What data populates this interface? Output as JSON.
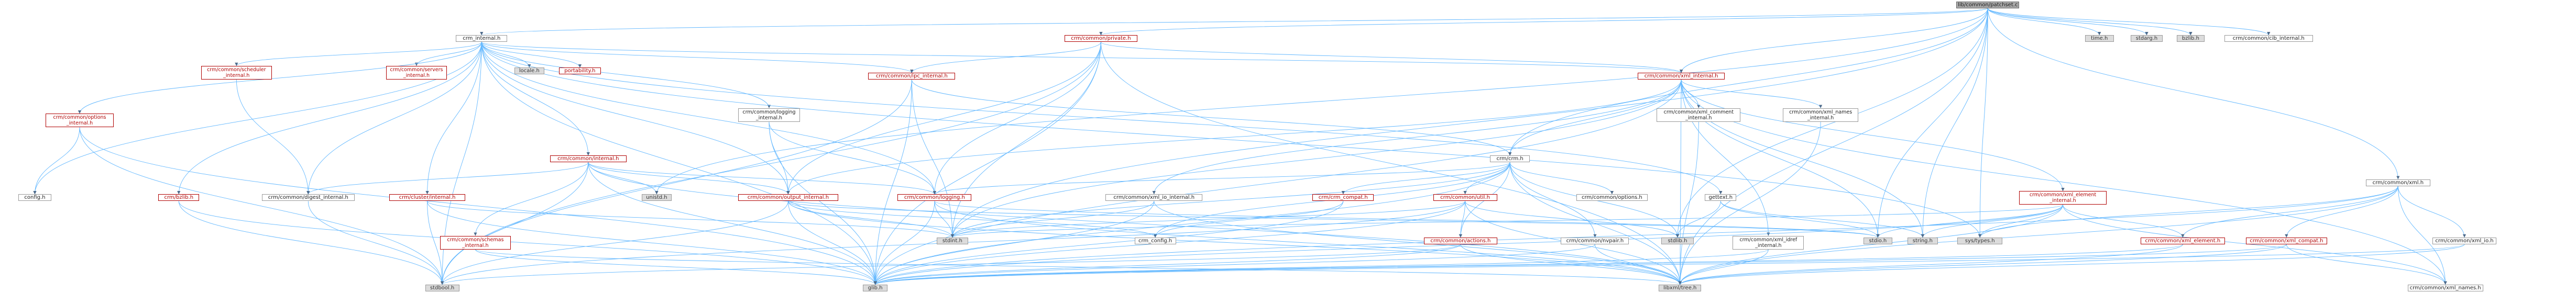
{
  "root": {
    "id": "root",
    "label": "lib/common/patchset.c"
  },
  "nodes": [
    {
      "id": "crm_internal",
      "label": "crm_internal.h",
      "style": "plain"
    },
    {
      "id": "time",
      "label": "time.h",
      "style": "gray"
    },
    {
      "id": "stdarg",
      "label": "stdarg.h",
      "style": "gray"
    },
    {
      "id": "bzlib",
      "label": "bzlib.h",
      "style": "gray"
    },
    {
      "id": "xml_internal_cib",
      "label": "crm/common/cib_internal.h",
      "style": "plain"
    },
    {
      "id": "private",
      "label": "crm/common/private.h",
      "style": "red"
    },
    {
      "id": "xml_internal",
      "label": "crm/common/xml_internal.h",
      "style": "red"
    },
    {
      "id": "xml",
      "label": "crm/common/xml.h",
      "style": "plain"
    },
    {
      "id": "scheduler_internal",
      "label": "crm/common/scheduler\n_internal.h",
      "style": "red"
    },
    {
      "id": "servers_internal",
      "label": "crm/common/servers\n_internal.h",
      "style": "red"
    },
    {
      "id": "locale",
      "label": "locale.h",
      "style": "gray"
    },
    {
      "id": "portability",
      "label": "portability.h",
      "style": "red"
    },
    {
      "id": "ipc_internal",
      "label": "crm/common/ipc_internal.h",
      "style": "red"
    },
    {
      "id": "options_internal",
      "label": "crm/common/options\n_internal.h",
      "style": "red"
    },
    {
      "id": "logging_internal",
      "label": "crm/common/logging\n_internal.h",
      "style": "plain"
    },
    {
      "id": "xml_comment_internal",
      "label": "crm/common/xml_comment\n_internal.h",
      "style": "plain"
    },
    {
      "id": "xml_names_internal",
      "label": "crm/common/xml_names\n_internal.h",
      "style": "plain"
    },
    {
      "id": "crm",
      "label": "crm/crm.h",
      "style": "plain"
    },
    {
      "id": "internal",
      "label": "crm/common/internal.h",
      "style": "red"
    },
    {
      "id": "config",
      "label": "config.h",
      "style": "plain"
    },
    {
      "id": "bzlib2",
      "label": "crm/bzlib.h",
      "style": "red"
    },
    {
      "id": "cluster_internal",
      "label": "crm/cluster/internal.h",
      "style": "red"
    },
    {
      "id": "unistd",
      "label": "unistd.h",
      "style": "gray"
    },
    {
      "id": "digest_internal",
      "label": "crm/common/digest_internal.h",
      "style": "plain"
    },
    {
      "id": "output_internal",
      "label": "crm/common/output_internal.h",
      "style": "red"
    },
    {
      "id": "logging",
      "label": "crm/common/logging.h",
      "style": "red"
    },
    {
      "id": "xml_io_internal",
      "label": "crm/common/xml_io_internal.h",
      "style": "plain"
    },
    {
      "id": "crm_compat",
      "label": "crm/crm_compat.h",
      "style": "red"
    },
    {
      "id": "util",
      "label": "crm/common/util.h",
      "style": "red"
    },
    {
      "id": "options",
      "label": "crm/common/options.h",
      "style": "plain"
    },
    {
      "id": "gettext",
      "label": "gettext.h",
      "style": "plain"
    },
    {
      "id": "xml_element_internal",
      "label": "crm/common/xml_element\n_internal.h",
      "style": "red"
    },
    {
      "id": "schemas_internal",
      "label": "crm/common/schemas\n_internal.h",
      "style": "red"
    },
    {
      "id": "stdint",
      "label": "stdint.h",
      "style": "gray"
    },
    {
      "id": "crm_config",
      "label": "crm_config.h",
      "style": "plain"
    },
    {
      "id": "actions",
      "label": "crm/common/actions.h",
      "style": "red"
    },
    {
      "id": "nvpair",
      "label": "crm/common/nvpair.h",
      "style": "plain"
    },
    {
      "id": "stdlib",
      "label": "stdlib.h",
      "style": "gray"
    },
    {
      "id": "xml_idref_internal",
      "label": "crm/common/xml_idref\n_internal.h",
      "style": "plain"
    },
    {
      "id": "stdio",
      "label": "stdio.h",
      "style": "gray"
    },
    {
      "id": "string",
      "label": "string.h",
      "style": "gray"
    },
    {
      "id": "systypes",
      "label": "sys/types.h",
      "style": "gray"
    },
    {
      "id": "xml_element",
      "label": "crm/common/xml_element.h",
      "style": "red"
    },
    {
      "id": "xml_compat",
      "label": "crm/common/xml_compat.h",
      "style": "red"
    },
    {
      "id": "xml_io",
      "label": "crm/common/xml_io.h",
      "style": "plain"
    },
    {
      "id": "stdbool",
      "label": "stdbool.h",
      "style": "gray"
    },
    {
      "id": "glib",
      "label": "glib.h",
      "style": "gray"
    },
    {
      "id": "libxml_tree",
      "label": "libxml/tree.h",
      "style": "gray"
    },
    {
      "id": "xml_names",
      "label": "crm/common/xml_names.h",
      "style": "plain"
    }
  ],
  "edges": [
    [
      "root",
      "crm_internal"
    ],
    [
      "root",
      "time"
    ],
    [
      "root",
      "stdarg"
    ],
    [
      "root",
      "bzlib"
    ],
    [
      "root",
      "xml_internal_cib"
    ],
    [
      "root",
      "private"
    ],
    [
      "root",
      "xml_internal"
    ],
    [
      "root",
      "xml"
    ],
    [
      "root",
      "crm"
    ],
    [
      "root",
      "unistd"
    ],
    [
      "root",
      "stdint"
    ],
    [
      "root",
      "stdlib"
    ],
    [
      "root",
      "stdio"
    ],
    [
      "root",
      "string"
    ],
    [
      "root",
      "systypes"
    ],
    [
      "root",
      "libxml_tree"
    ],
    [
      "crm_internal",
      "scheduler_internal"
    ],
    [
      "crm_internal",
      "servers_internal"
    ],
    [
      "crm_internal",
      "locale"
    ],
    [
      "crm_internal",
      "portability"
    ],
    [
      "crm_internal",
      "options_internal"
    ],
    [
      "crm_internal",
      "logging_internal"
    ],
    [
      "crm_internal",
      "internal"
    ],
    [
      "crm_internal",
      "config"
    ],
    [
      "crm_internal",
      "bzlib2"
    ],
    [
      "crm_internal",
      "cluster_internal"
    ],
    [
      "crm_internal",
      "digest_internal"
    ],
    [
      "crm_internal",
      "output_internal"
    ],
    [
      "crm_internal",
      "logging"
    ],
    [
      "crm_internal",
      "xml_internal"
    ],
    [
      "crm_internal",
      "ipc_internal"
    ],
    [
      "crm_internal",
      "gettext"
    ],
    [
      "crm_internal",
      "stdbool"
    ],
    [
      "crm_internal",
      "glib"
    ],
    [
      "crm_internal",
      "systypes"
    ],
    [
      "scheduler_internal",
      "digest_internal"
    ],
    [
      "options_internal",
      "config"
    ],
    [
      "options_internal",
      "stdbool"
    ],
    [
      "options_internal",
      "glib"
    ],
    [
      "bzlib2",
      "stdbool"
    ],
    [
      "bzlib2",
      "glib"
    ],
    [
      "cluster_internal",
      "stdbool"
    ],
    [
      "cluster_internal",
      "glib"
    ],
    [
      "cluster_internal",
      "stdint"
    ],
    [
      "internal",
      "unistd"
    ],
    [
      "internal",
      "glib"
    ],
    [
      "internal",
      "stdbool"
    ],
    [
      "internal",
      "output_internal"
    ],
    [
      "internal",
      "logging"
    ],
    [
      "internal",
      "libxml_tree"
    ],
    [
      "internal",
      "schemas_internal"
    ],
    [
      "internal",
      "digest_internal"
    ],
    [
      "logging_internal",
      "glib"
    ],
    [
      "logging_internal",
      "logging"
    ],
    [
      "logging_internal",
      "output_internal"
    ],
    [
      "private",
      "stdint"
    ],
    [
      "private",
      "glib"
    ],
    [
      "private",
      "libxml_tree"
    ],
    [
      "private",
      "ipc_internal"
    ],
    [
      "private",
      "output_internal"
    ],
    [
      "private",
      "logging"
    ],
    [
      "private",
      "xml_internal"
    ],
    [
      "private",
      "stdbool"
    ],
    [
      "ipc_internal",
      "stdbool"
    ],
    [
      "ipc_internal",
      "stdint"
    ],
    [
      "ipc_internal",
      "glib"
    ],
    [
      "ipc_internal",
      "crm"
    ],
    [
      "ipc_internal",
      "sys/types"
    ],
    [
      "xml_internal",
      "stdio"
    ],
    [
      "xml_internal",
      "string"
    ],
    [
      "xml_internal",
      "crm"
    ],
    [
      "xml_internal",
      "xml_comment_internal"
    ],
    [
      "xml_internal",
      "xml_names_internal"
    ],
    [
      "xml_internal",
      "xml_element_internal"
    ],
    [
      "xml_internal",
      "xml_io_internal"
    ],
    [
      "xml_internal",
      "xml_idref_internal"
    ],
    [
      "xml_internal",
      "libxml_tree"
    ],
    [
      "xml_internal",
      "glib"
    ],
    [
      "xml_internal",
      "output_internal"
    ],
    [
      "xml_internal",
      "stdint"
    ],
    [
      "xml_internal",
      "xml_names"
    ],
    [
      "crm",
      "stdint"
    ],
    [
      "crm",
      "stdlib"
    ],
    [
      "crm",
      "glib"
    ],
    [
      "crm",
      "libxml_tree"
    ],
    [
      "crm",
      "crm_compat"
    ],
    [
      "crm",
      "util"
    ],
    [
      "crm",
      "options"
    ],
    [
      "crm",
      "logging"
    ],
    [
      "crm",
      "nvpair"
    ],
    [
      "crm",
      "crm_config"
    ],
    [
      "crm",
      "actions"
    ],
    [
      "xml_io_internal",
      "glib"
    ],
    [
      "xml_io_internal",
      "libxml_tree"
    ],
    [
      "xml_io_internal",
      "stdint"
    ],
    [
      "output_internal",
      "stdio"
    ],
    [
      "output_internal",
      "stdint"
    ],
    [
      "output_internal",
      "glib"
    ],
    [
      "output_internal",
      "libxml_tree"
    ],
    [
      "output_internal",
      "stdbool"
    ],
    [
      "output_internal",
      "crm_config"
    ],
    [
      "logging",
      "stdio"
    ],
    [
      "logging",
      "stdint"
    ],
    [
      "logging",
      "glib"
    ],
    [
      "logging",
      "libxml_tree"
    ],
    [
      "crm_compat",
      "glib"
    ],
    [
      "crm_compat",
      "crm_config"
    ],
    [
      "util",
      "stdint"
    ],
    [
      "util",
      "glib"
    ],
    [
      "util",
      "libxml_tree"
    ],
    [
      "util",
      "actions"
    ],
    [
      "util",
      "stdlib"
    ],
    [
      "util",
      "stdbool"
    ],
    [
      "actions",
      "glib"
    ],
    [
      "actions",
      "stdbool"
    ],
    [
      "actions",
      "libxml_tree"
    ],
    [
      "nvpair",
      "glib"
    ],
    [
      "nvpair",
      "libxml_tree"
    ],
    [
      "schemas_internal",
      "glib"
    ],
    [
      "schemas_internal",
      "libxml_tree"
    ],
    [
      "xml_element_internal",
      "stdio"
    ],
    [
      "xml_element_internal",
      "string"
    ],
    [
      "xml_element_internal",
      "stdint"
    ],
    [
      "xml_element_internal",
      "glib"
    ],
    [
      "xml_element_internal",
      "libxml_tree"
    ],
    [
      "xml_element_internal",
      "xml_element"
    ],
    [
      "xml_element_internal",
      "systypes"
    ],
    [
      "xml_element_internal",
      "xml_names"
    ],
    [
      "xml_idref_internal",
      "glib"
    ],
    [
      "xml_idref_internal",
      "libxml_tree"
    ],
    [
      "gettext",
      "stdio"
    ],
    [
      "gettext",
      "stdlib"
    ],
    [
      "gettext",
      "string"
    ],
    [
      "digest_internal",
      "stdbool"
    ],
    [
      "xml",
      "systypes"
    ],
    [
      "xml",
      "glib"
    ],
    [
      "xml",
      "libxml_tree"
    ],
    [
      "xml",
      "xml_element"
    ],
    [
      "xml",
      "xml_compat"
    ],
    [
      "xml",
      "xml_io"
    ],
    [
      "xml",
      "xml_names"
    ],
    [
      "xml_element",
      "libxml_tree"
    ],
    [
      "xml_element",
      "glib"
    ],
    [
      "xml_compat",
      "glib"
    ],
    [
      "xml_compat",
      "libxml_tree"
    ],
    [
      "xml_compat",
      "xml_names"
    ],
    [
      "xml_io",
      "libxml_tree"
    ],
    [
      "xml_io",
      "glib"
    ],
    [
      "xml_comment_internal",
      "libxml_tree"
    ],
    [
      "xml_names_internal",
      "libxml_tree"
    ]
  ]
}
